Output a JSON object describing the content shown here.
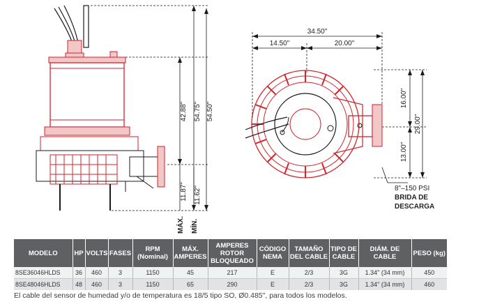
{
  "dimensions": {
    "overall_width": "34.50\"",
    "left_width": "14.50\"",
    "right_width": "20.00\"",
    "height_total_max": "54.75\"",
    "height_total_min": "54.50\"",
    "height_motor": "42.88\"",
    "height_base_max": "11.87\"",
    "height_base_min": "11.62\"",
    "depth_upper": "16.00\"",
    "depth_total": "29.00\"",
    "depth_lower": "13.00\"",
    "max_label": "MÁX.",
    "min_label": "MÍN."
  },
  "flange_callout": {
    "line1": "8\"–150 PSI",
    "line2": "BRIDA DE",
    "line3": "DESCARGA"
  },
  "table": {
    "headers": [
      "MODELO",
      "HP",
      "VOLTS",
      "FASES",
      "RPM (Nominal)",
      "MÁX. AMPERES",
      "AMPERES ROTOR BLOQUEADO",
      "CÓDIGO NEMA",
      "TAMAÑO DEL CABLE",
      "TIPO DE CABLE",
      "DIÁM. DE CABLE",
      "PESO (kg)"
    ],
    "rows": [
      [
        "8SE36046HLDS",
        "36",
        "460",
        "3",
        "1150",
        "45",
        "217",
        "E",
        "2/3",
        "3G",
        "1.34\" (34 mm)",
        "450"
      ],
      [
        "8SE48046HLDS",
        "48",
        "460",
        "3",
        "1150",
        "65",
        "290",
        "E",
        "2/3",
        "3G",
        "1.34\" (34 mm)",
        "460"
      ]
    ]
  },
  "footnote": "El cable del sensor de humedad y/o de temperatura es 18/5 tipo SO, Ø0.485\", para todos los modelos.",
  "colors": {
    "drawing_red": "#d2232a",
    "line_black": "#1a1a1a",
    "header_gray": "#5f6062"
  }
}
